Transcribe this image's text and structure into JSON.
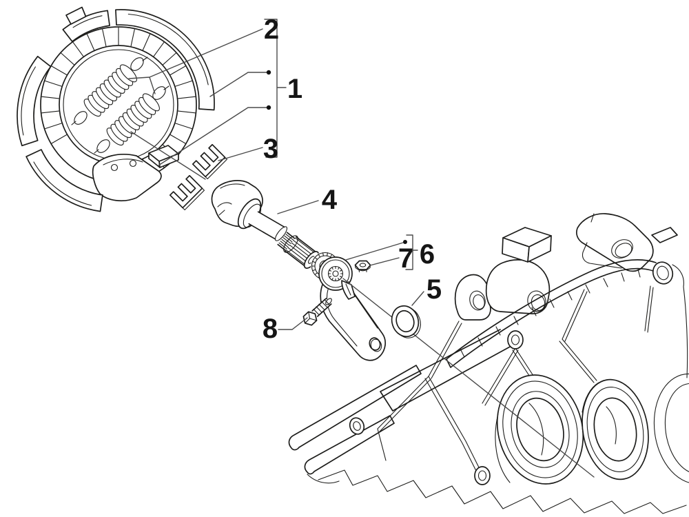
{
  "colors": {
    "line": "#1d1d1b",
    "leader": "#4a4a4a",
    "background": "#ffffff"
  },
  "callouts": {
    "n1": "1",
    "n2": "2",
    "n3": "3",
    "n4": "4",
    "n5": "5",
    "n6": "6",
    "n7": "7",
    "n8": "8"
  }
}
